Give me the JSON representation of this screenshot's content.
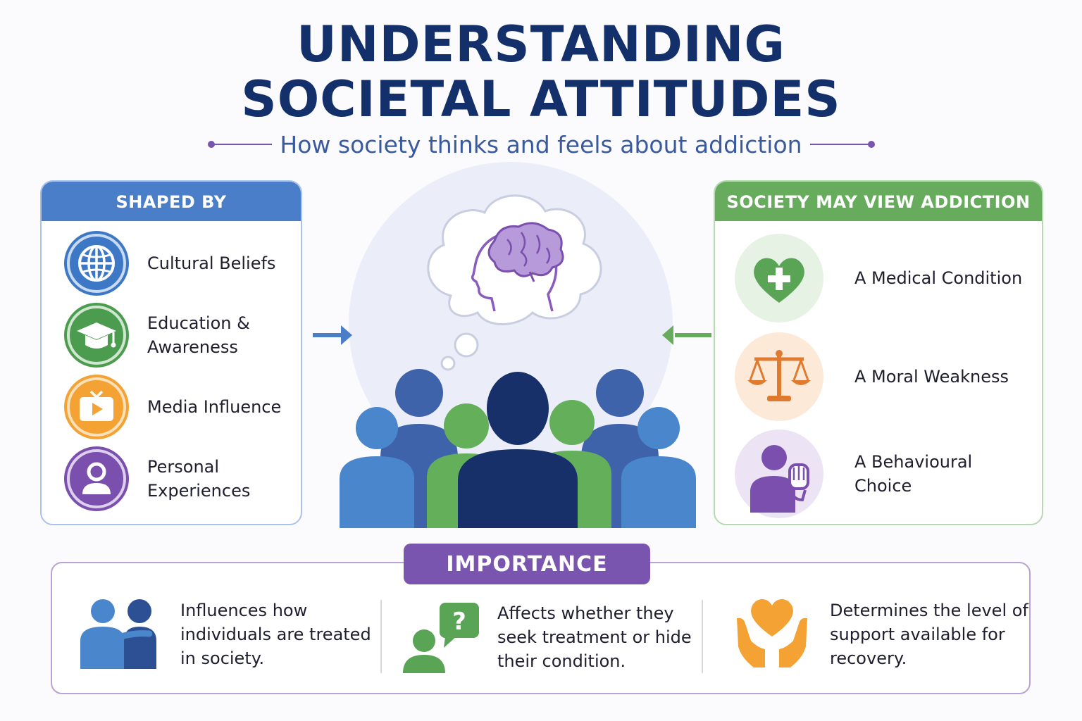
{
  "header": {
    "title_line1": "UNDERSTANDING",
    "title_line2": "SOCIETAL ATTITUDES",
    "subtitle": "How society thinks and feels about addiction"
  },
  "shaped_by": {
    "heading": "SHAPED BY",
    "items": [
      {
        "label": "Cultural Beliefs",
        "icon": "globe-icon",
        "color": "#3d78c6"
      },
      {
        "label": "Education & Awareness",
        "icon": "graduation-cap-icon",
        "color": "#4c9c4f"
      },
      {
        "label": "Media Influence",
        "icon": "tv-icon",
        "color": "#f3a233"
      },
      {
        "label": "Personal Experiences",
        "icon": "person-icon",
        "color": "#7a4fae"
      }
    ]
  },
  "views": {
    "heading": "SOCIETY MAY VIEW ADDICTION AS",
    "items": [
      {
        "label": "A Medical Condition",
        "icon": "heart-plus-icon",
        "color": "#5aa455"
      },
      {
        "label": "A Moral Weakness",
        "icon": "scales-icon",
        "color": "#e07a2e"
      },
      {
        "label": "A Behavioural Choice",
        "icon": "person-raised-hand-icon",
        "color": "#7a4fae"
      }
    ]
  },
  "importance": {
    "heading": "IMPORTANCE",
    "items": [
      {
        "text": "Influences how individuals are treated in society.",
        "icon": "two-people-icon"
      },
      {
        "text": "Affects whether they seek treatment or hide their condition.",
        "icon": "person-question-icon"
      },
      {
        "text": "Determines the level of support available for recovery.",
        "icon": "hands-heart-icon"
      }
    ]
  },
  "colors": {
    "title": "#14306b",
    "subtitle": "#3a5aa0",
    "blue": "#4a7ec8",
    "green": "#66ac5c",
    "purple": "#7a55b0",
    "orange": "#f3a233"
  }
}
